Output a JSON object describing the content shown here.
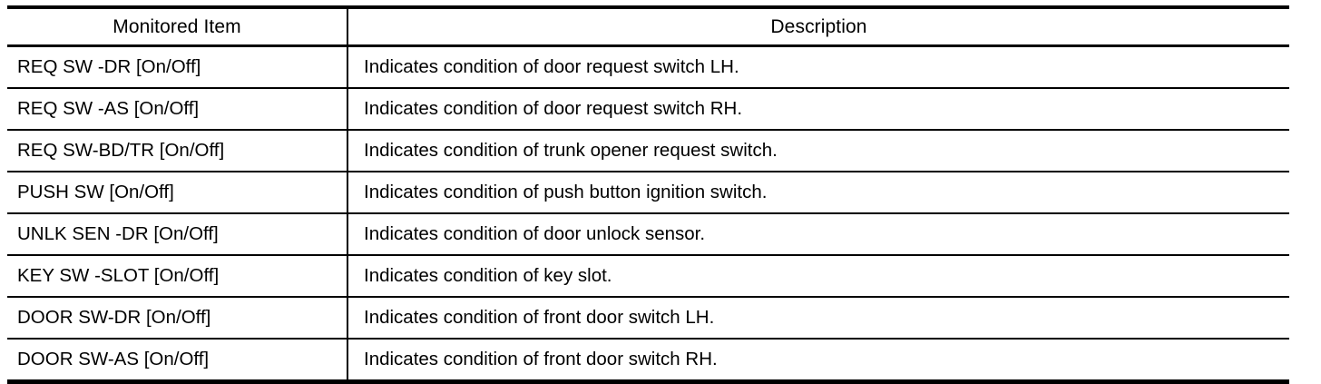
{
  "table": {
    "name": "monitored-item-description-table",
    "columns": [
      {
        "key": "monitored_item",
        "label": "Monitored Item",
        "align": "center"
      },
      {
        "key": "description",
        "label": "Description",
        "align": "center"
      }
    ],
    "rows": [
      {
        "monitored_item": "REQ SW -DR [On/Off]",
        "description": "Indicates condition of door request switch LH."
      },
      {
        "monitored_item": "REQ SW-BD/TR [On/Off]",
        "description": "Indicates condition of trunk opener request switch."
      },
      {
        "monitored_item": "PUSH SW [On/Off]",
        "description": "Indicates condition of push button ignition switch."
      },
      {
        "monitored_item": "UNLK SEN -DR [On/Off]",
        "description": "Indicates condition of door unlock sensor."
      },
      {
        "monitored_item": "KEY SW -SLOT [On/Off]",
        "description": "Indicates condition of key slot."
      },
      {
        "monitored_item": "DOOR SW-DR [On/Off]",
        "description": "Indicates condition of front door switch LH."
      },
      {
        "monitored_item": "DOOR SW-AS [On/Off]",
        "description": "Indicates condition of front door switch RH."
      }
    ],
    "row_order": [
      "REQ SW -DR [On/Off]",
      "REQ SW -AS [On/Off]",
      "REQ SW-BD/TR [On/Off]",
      "PUSH SW [On/Off]",
      "UNLK SEN -DR [On/Off]",
      "KEY SW -SLOT [On/Off]",
      "DOOR SW-DR [On/Off]",
      "DOOR SW-AS [On/Off]"
    ],
    "all_rows": [
      {
        "monitored_item": "REQ SW -DR [On/Off]",
        "description": "Indicates condition of door request switch LH."
      },
      {
        "monitored_item": "REQ SW -AS [On/Off]",
        "description": "Indicates condition of door request switch RH."
      },
      {
        "monitored_item": "REQ SW-BD/TR [On/Off]",
        "description": "Indicates condition of trunk opener request switch."
      },
      {
        "monitored_item": "PUSH SW [On/Off]",
        "description": "Indicates condition of push button ignition switch."
      },
      {
        "monitored_item": "UNLK SEN -DR [On/Off]",
        "description": "Indicates condition of door unlock sensor."
      },
      {
        "monitored_item": "KEY SW -SLOT [On/Off]",
        "description": "Indicates condition of key slot."
      },
      {
        "monitored_item": "DOOR SW-DR [On/Off]",
        "description": "Indicates condition of front door switch LH."
      },
      {
        "monitored_item": "DOOR SW-AS [On/Off]",
        "description": "Indicates condition of front door switch RH."
      }
    ]
  },
  "colors": {
    "text": "#000000",
    "background": "#ffffff",
    "rule": "#000000"
  }
}
